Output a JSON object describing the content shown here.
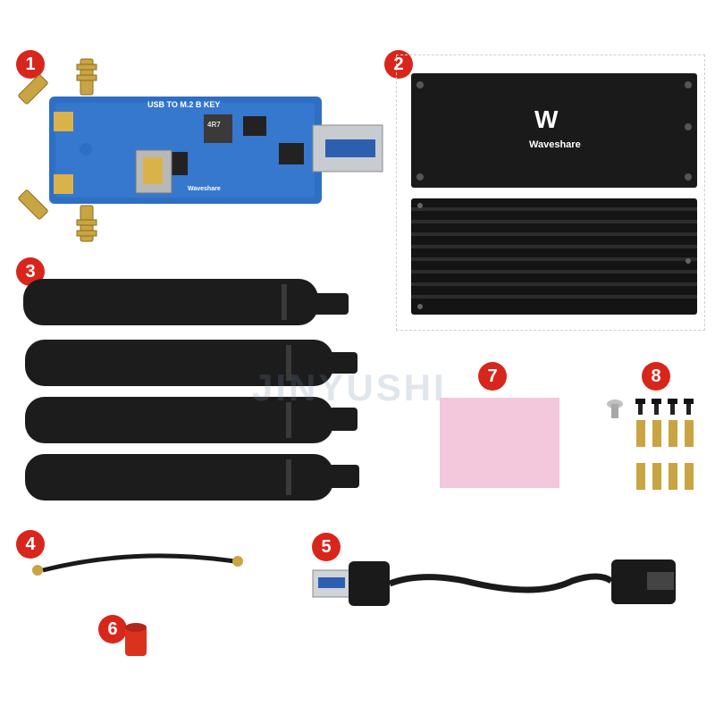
{
  "badges": [
    "1",
    "2",
    "3",
    "4",
    "5",
    "6",
    "7",
    "8"
  ],
  "board": {
    "title": "USB TO M.2 B KEY",
    "brand": "Waveshare",
    "inductor": "4R7"
  },
  "case": {
    "brand": "Waveshare",
    "logo_text": "W"
  },
  "watermark": "JINYUSHI",
  "colors": {
    "badge": "#d8261c",
    "board": "#2e6fc4",
    "case": "#1a1a1a",
    "thermal_pad": "#f3c8dc",
    "gold": "#c9a443",
    "cap": "#d9321e"
  }
}
